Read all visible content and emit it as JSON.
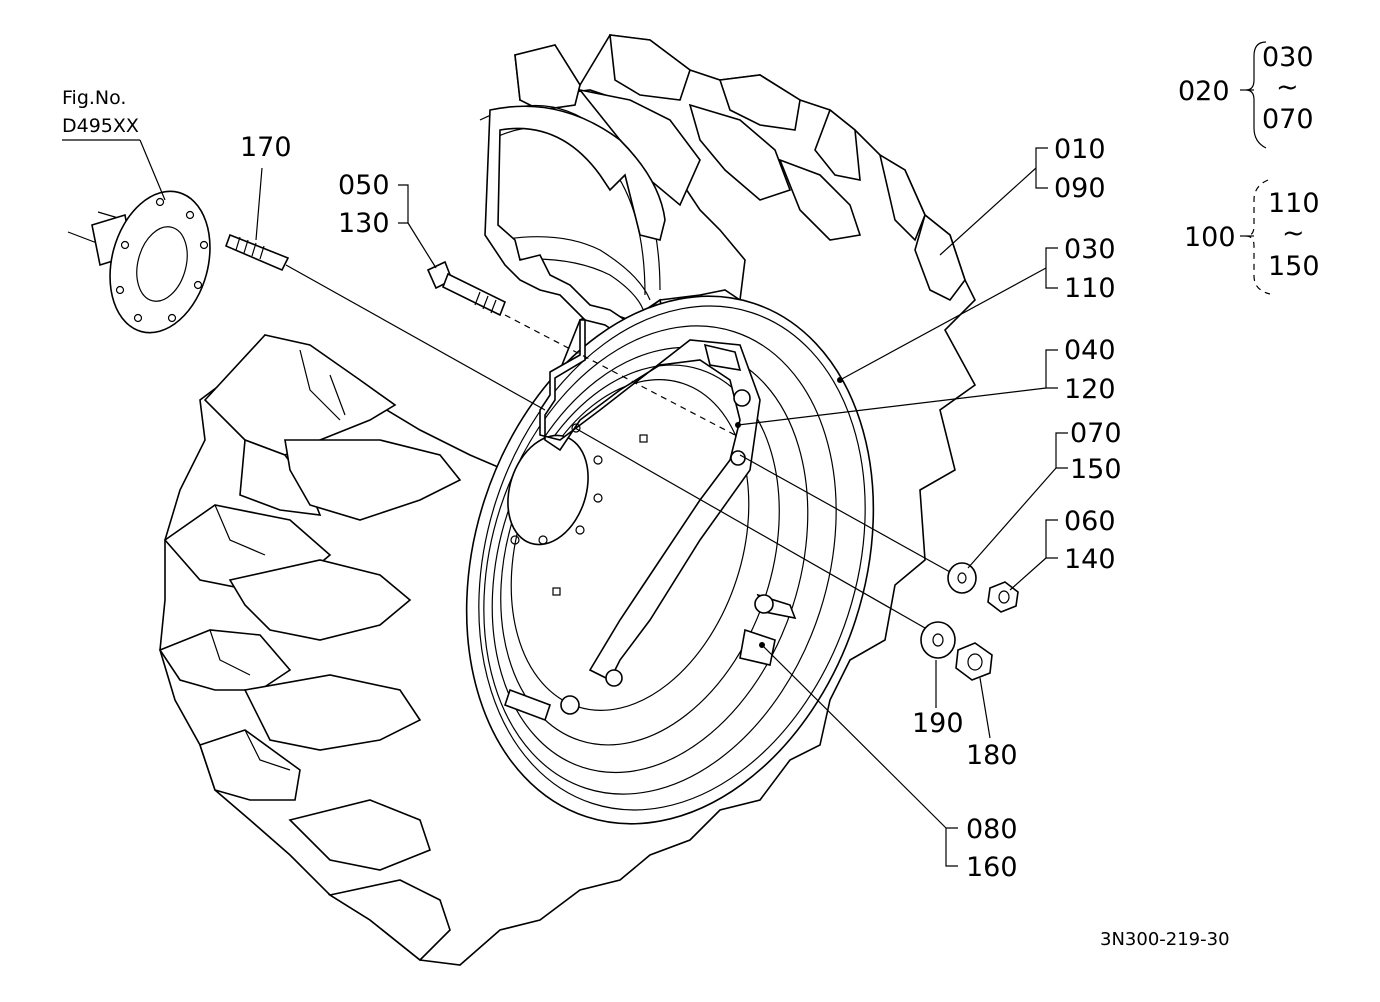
{
  "figure_ref": {
    "line1": "Fig.No.",
    "line2": "D495XX"
  },
  "callouts": {
    "c170": "170",
    "c050": "050",
    "c130": "130",
    "c010": "010",
    "c090": "090",
    "c030": "030",
    "c110": "110",
    "c040": "040",
    "c120": "120",
    "c070": "070",
    "c150": "150",
    "c060": "060",
    "c140": "140",
    "c190": "190",
    "c180": "180",
    "c080": "080",
    "c160": "160"
  },
  "groups": [
    {
      "id": "020",
      "from": "030",
      "tilde": "~",
      "to": "070"
    },
    {
      "id": "100",
      "from": "110",
      "tilde": "~",
      "to": "150"
    }
  ],
  "drawing_code": "3N300-219-30"
}
